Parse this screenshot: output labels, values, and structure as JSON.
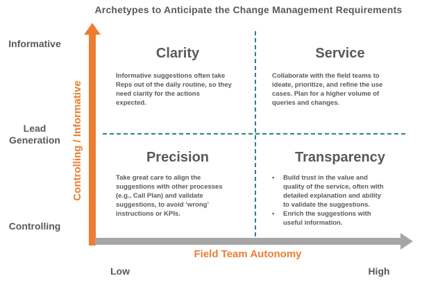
{
  "title": "Archetypes to Anticipate the Change Management Requirements",
  "colors": {
    "orange_accent": "#ED7D31",
    "gray_arrow": "#A6A6A6",
    "text_gray": "#595959",
    "teal_dash": "#2E7E8C"
  },
  "y_axis": {
    "label": "Controlling / Informative",
    "tick_top": "Informative",
    "tick_middle": "Lead Generation",
    "tick_bottom": "Controlling"
  },
  "x_axis": {
    "label": "Field Team Autonomy",
    "tick_low": "Low",
    "tick_high": "High"
  },
  "bullet_char": "•",
  "quadrants": {
    "top_left": {
      "name": "Clarity",
      "body": "Informative suggestions often take\nReps out of the daily routine, so they\nneed clarity for the actions\nexpected."
    },
    "top_right": {
      "name": "Service",
      "body": "Collaborate with the field teams to\nideate, prioritize, and refine the use\ncases. Plan for a higher volume of\nqueries and changes."
    },
    "bottom_left": {
      "name": "Precision",
      "body": "Take great care to align the\nsuggestions with other processes\n(e.g., Call Plan) and validate\nsuggestions, to avoid ‘wrong’\ninstructions or KPIs."
    },
    "bottom_right": {
      "name": "Transparency",
      "bullets": [
        "Build trust in the value and\nquality of the service, often with\ndetailed explanation and ability\nto validate the suggestions.",
        "Enrich the suggestions with\nuseful information."
      ]
    }
  }
}
